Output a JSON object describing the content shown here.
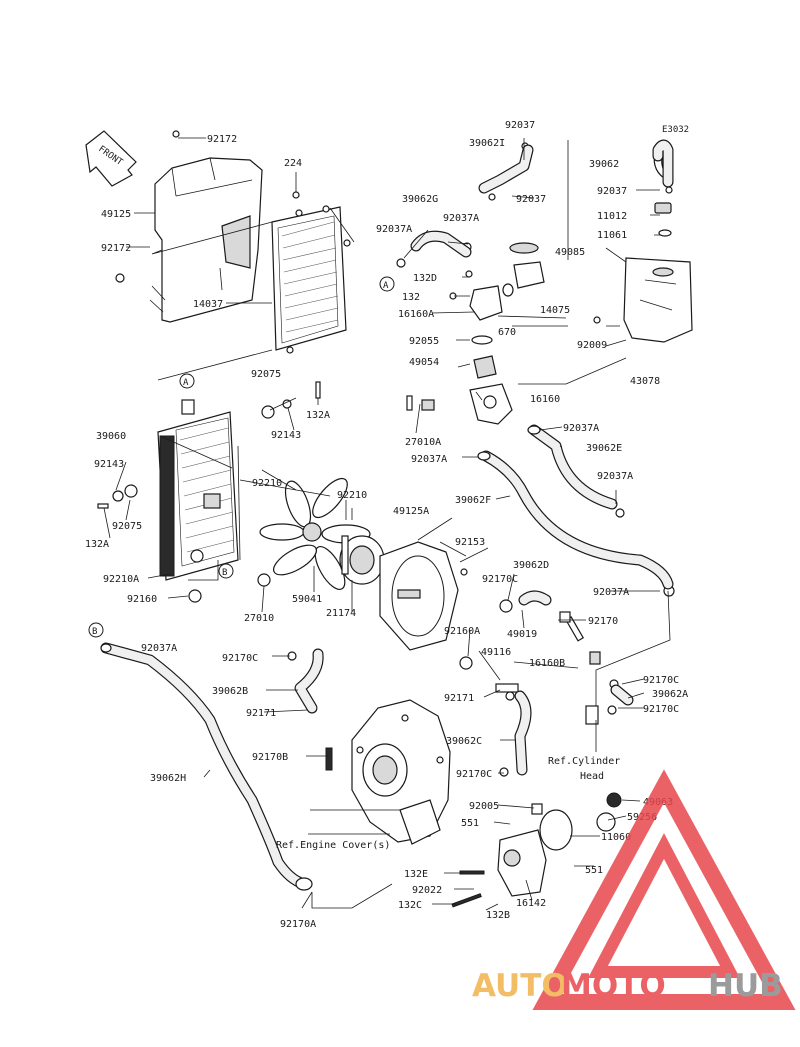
{
  "diagram_code": "E3032",
  "front_label": "FRONT",
  "callouts": [
    "A",
    "A",
    "B",
    "B"
  ],
  "part_numbers": {
    "p92172_top": "92172",
    "p49125": "49125",
    "p92172_left": "92172",
    "p14037": "14037",
    "p224": "224",
    "p92037_top": "92037",
    "p39062I": "39062I",
    "p39062G": "39062G",
    "p92037_b": "92037",
    "p92037A_1": "92037A",
    "p92037A_2": "92037A",
    "p39062": "39062",
    "p92037_r": "92037",
    "p11012": "11012",
    "p11061": "11061",
    "p132D": "132D",
    "p49085": "49085",
    "p132": "132",
    "p16160A": "16160A",
    "p670": "670",
    "p14075": "14075",
    "p92009": "92009",
    "p92055": "92055",
    "p49054": "49054",
    "p43078": "43078",
    "p92075_top": "92075",
    "p16160": "16160",
    "p132A_top": "132A",
    "p92143_top": "92143",
    "p39060": "39060",
    "p27010A": "27010A",
    "p92037A_3": "92037A",
    "p39062E": "39062E",
    "p92037A_4": "92037A",
    "p92143_left": "92143",
    "p92210_a": "92210",
    "p92210_b": "92210",
    "p39062F": "39062F",
    "p92037A_5": "92037A",
    "p92075_left": "92075",
    "p132A_left": "132A",
    "p49125A": "49125A",
    "p92153": "92153",
    "p39062D": "39062D",
    "p92210A": "92210A",
    "p92170C_1": "92170C",
    "p92037A_6": "92037A",
    "p92160": "92160",
    "p59041": "59041",
    "p21174": "21174",
    "p27010": "27010",
    "p49019": "49019",
    "p92170": "92170",
    "p92037A_7": "92037A",
    "p92160A": "92160A",
    "p92170C_2": "92170C",
    "p49116": "49116",
    "p16160B": "16160B",
    "p39062B": "39062B",
    "p92170C_3": "92170C",
    "p39062A": "39062A",
    "p92171_a": "92171",
    "p92171_b": "92171",
    "p92170C_4": "92170C",
    "p39062C": "39062C",
    "p92170B": "92170B",
    "p92170C_5": "92170C",
    "p39062H": "39062H",
    "p49063": "49063",
    "p92005": "92005",
    "p59256": "59256",
    "p551_a": "551",
    "p11060": "11060",
    "p551_b": "551",
    "p132E": "132E",
    "p92022": "92022",
    "p132C": "132C",
    "p132B": "132B",
    "p16142": "16142",
    "p92170A": "92170A"
  },
  "references": {
    "cylinder_head_1": "Ref.Cylinder",
    "cylinder_head_2": "Head",
    "engine_cover": "Ref.Engine Cover(s)"
  },
  "watermark": {
    "auto": "AUTO",
    "moto": "MOTO",
    "hub": "HUB",
    "color_red": "#e8474c",
    "color_orange": "#f2b24c",
    "color_gray": "#8a8a8a"
  }
}
